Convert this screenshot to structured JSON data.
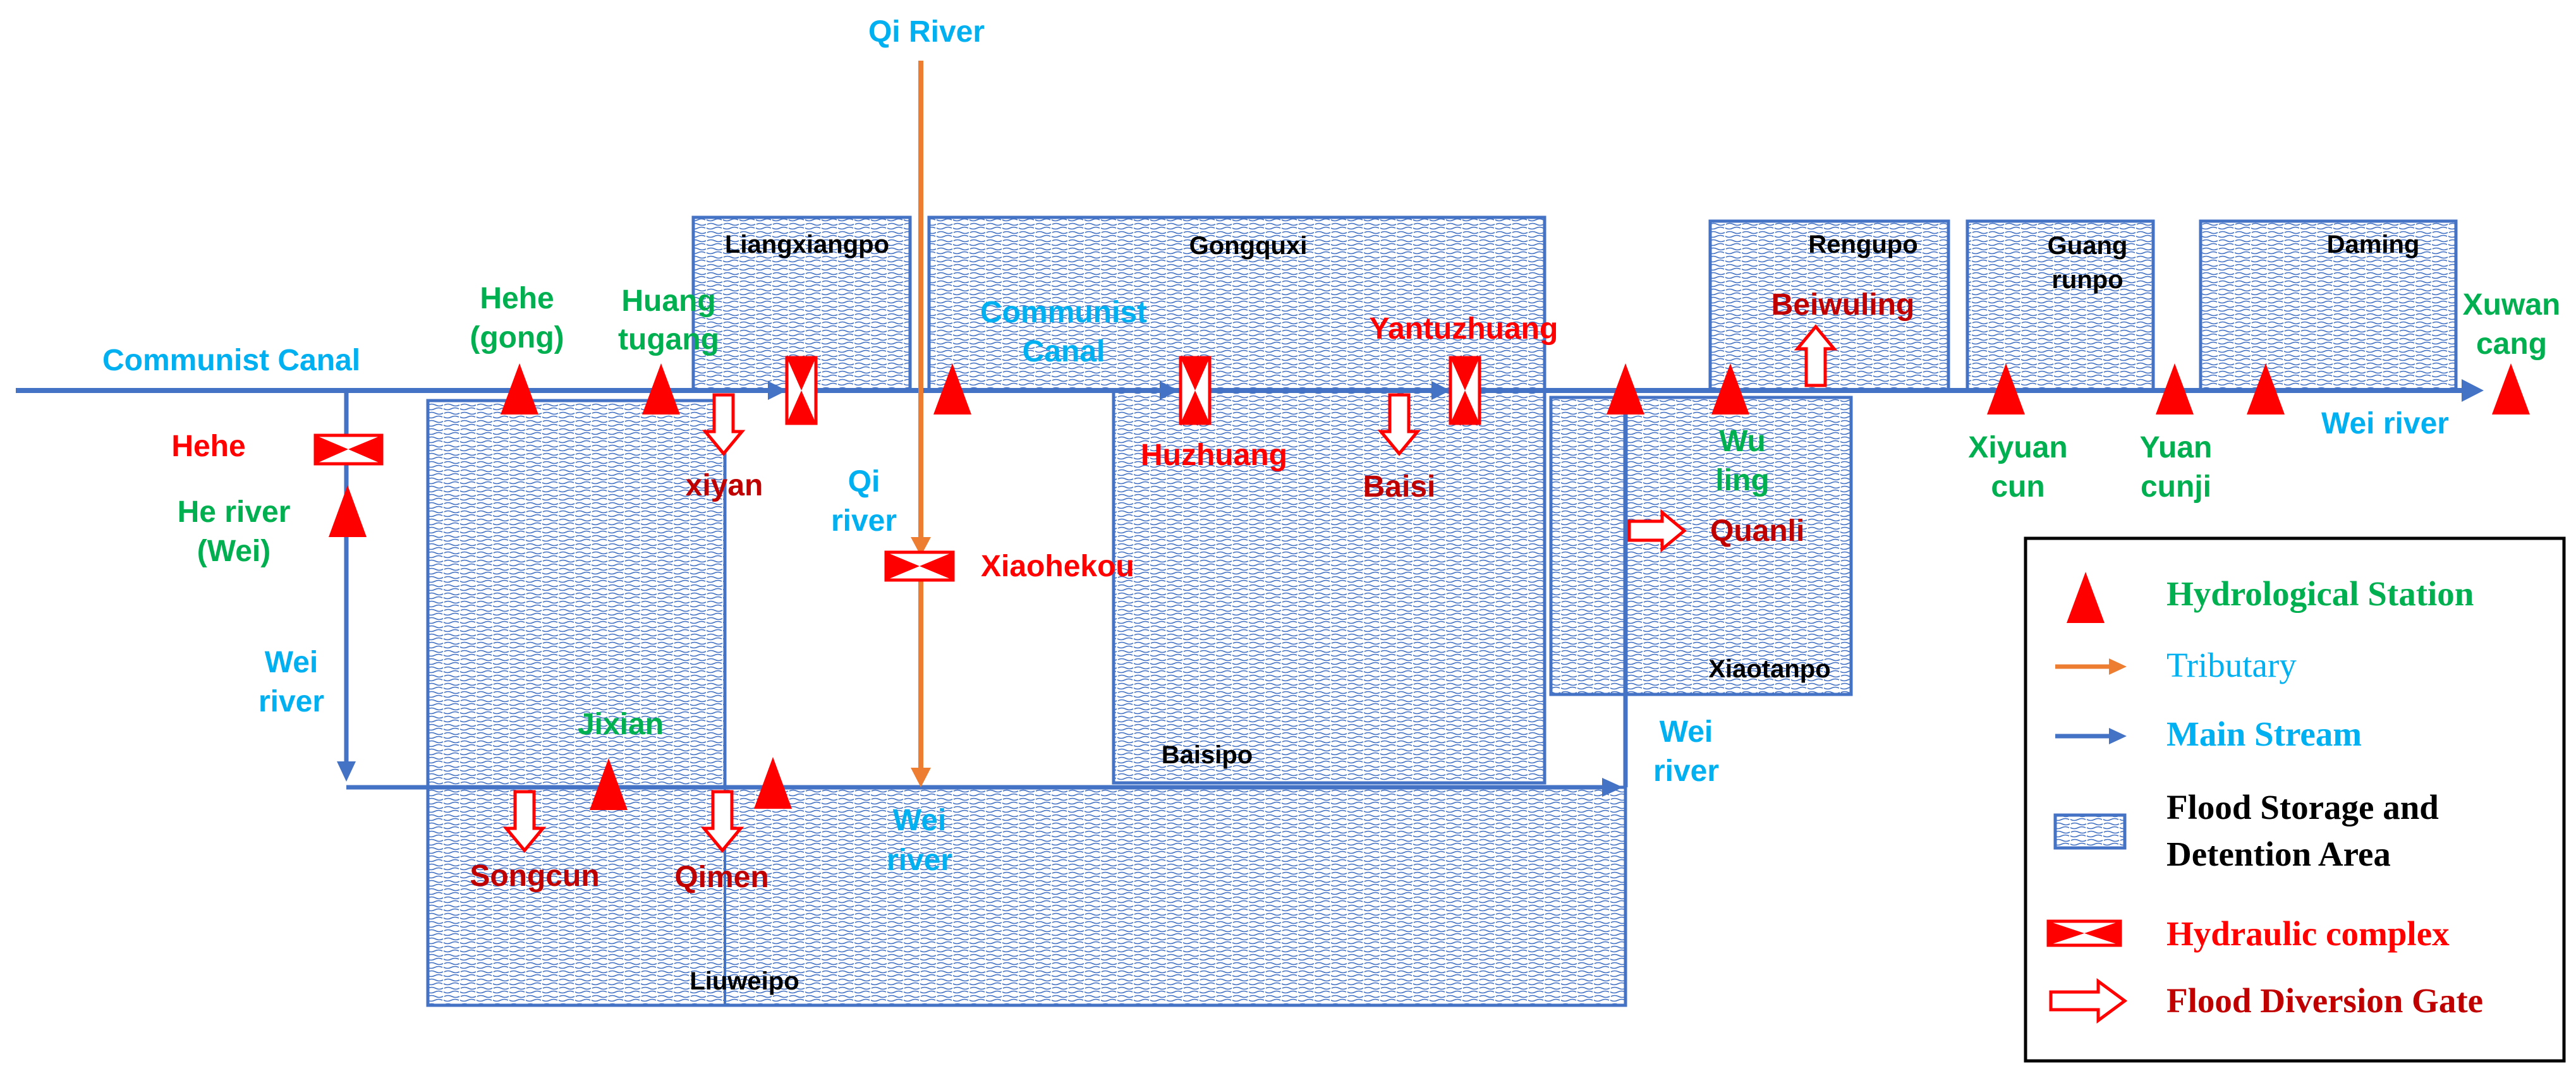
{
  "colors": {
    "main_stream": "#4472c4",
    "tributary": "#ed7d31",
    "hydro_station": "#ff0000",
    "hydraulic_complex": "#ff0000",
    "diversion_gate": "#ff0000",
    "station_label": "#00b050",
    "river_label": "#00b0f0",
    "structure_label": "#ff0000",
    "gate_label": "#c00000",
    "area_label": "#000000",
    "area_fill_dash": "#4472c4"
  },
  "rivers": {
    "qi_river_top": "Qi River",
    "communist_canal_left": "Communist Canal",
    "communist_canal_mid_1": "Communist",
    "communist_canal_mid_2": "Canal",
    "qi_river_mid_1": "Qi",
    "qi_river_mid_2": "river",
    "he_river_1": "He river",
    "he_river_2": "(Wei)",
    "wei_river_left_1": "Wei",
    "wei_river_left_2": "river",
    "wei_river_bottom_1": "Wei",
    "wei_river_bottom_2": "river",
    "wei_river_right_1": "Wei",
    "wei_river_right_2": "river",
    "wei_river_end": "Wei river"
  },
  "areas": {
    "liangxiangpo": "Liangxiangpo",
    "gongquxi": "Gongquxi",
    "rengupo": "Rengupo",
    "guangrunpo_1": "Guang",
    "guangrunpo_2": "runpo",
    "daming": "Daming",
    "xiaotanpo": "Xiaotanpo",
    "baisipo": "Baisipo",
    "liuweipo": "Liuweipo"
  },
  "stations": {
    "hehe_gong_1": "Hehe",
    "hehe_gong_2": "(gong)",
    "huangtugang_1": "Huang",
    "huangtugang_2": "tugang",
    "jixian": "Jixian",
    "wuling_1": "Wu",
    "wuling_2": "ling",
    "xiyuancun_1": "Xiyuan",
    "xiyuancun_2": "cun",
    "yuancunji_1": "Yuan",
    "yuancunji_2": "cunji",
    "xuwancang_1": "Xuwan",
    "xuwancang_2": "cang"
  },
  "structures": {
    "hehe": "Hehe",
    "xiaohekou": "Xiaohekou",
    "huzhuang": "Huzhuang",
    "yantuzhuang": "Yantuzhuang"
  },
  "gates": {
    "xiyan": "xiyan",
    "baisi": "Baisi",
    "beiwuling": "Beiwuling",
    "quanli": "Quanli",
    "songcun": "Songcun",
    "qimen": "Qimen"
  },
  "legend": {
    "hydrological_station": "Hydrological Station",
    "tributary": "Tributary",
    "main_stream": "Main Stream",
    "flood_storage_1": "Flood Storage and",
    "flood_storage_2": "Detention Area",
    "hydraulic_complex": "Hydraulic complex",
    "flood_diversion_gate": "Flood Diversion Gate"
  }
}
